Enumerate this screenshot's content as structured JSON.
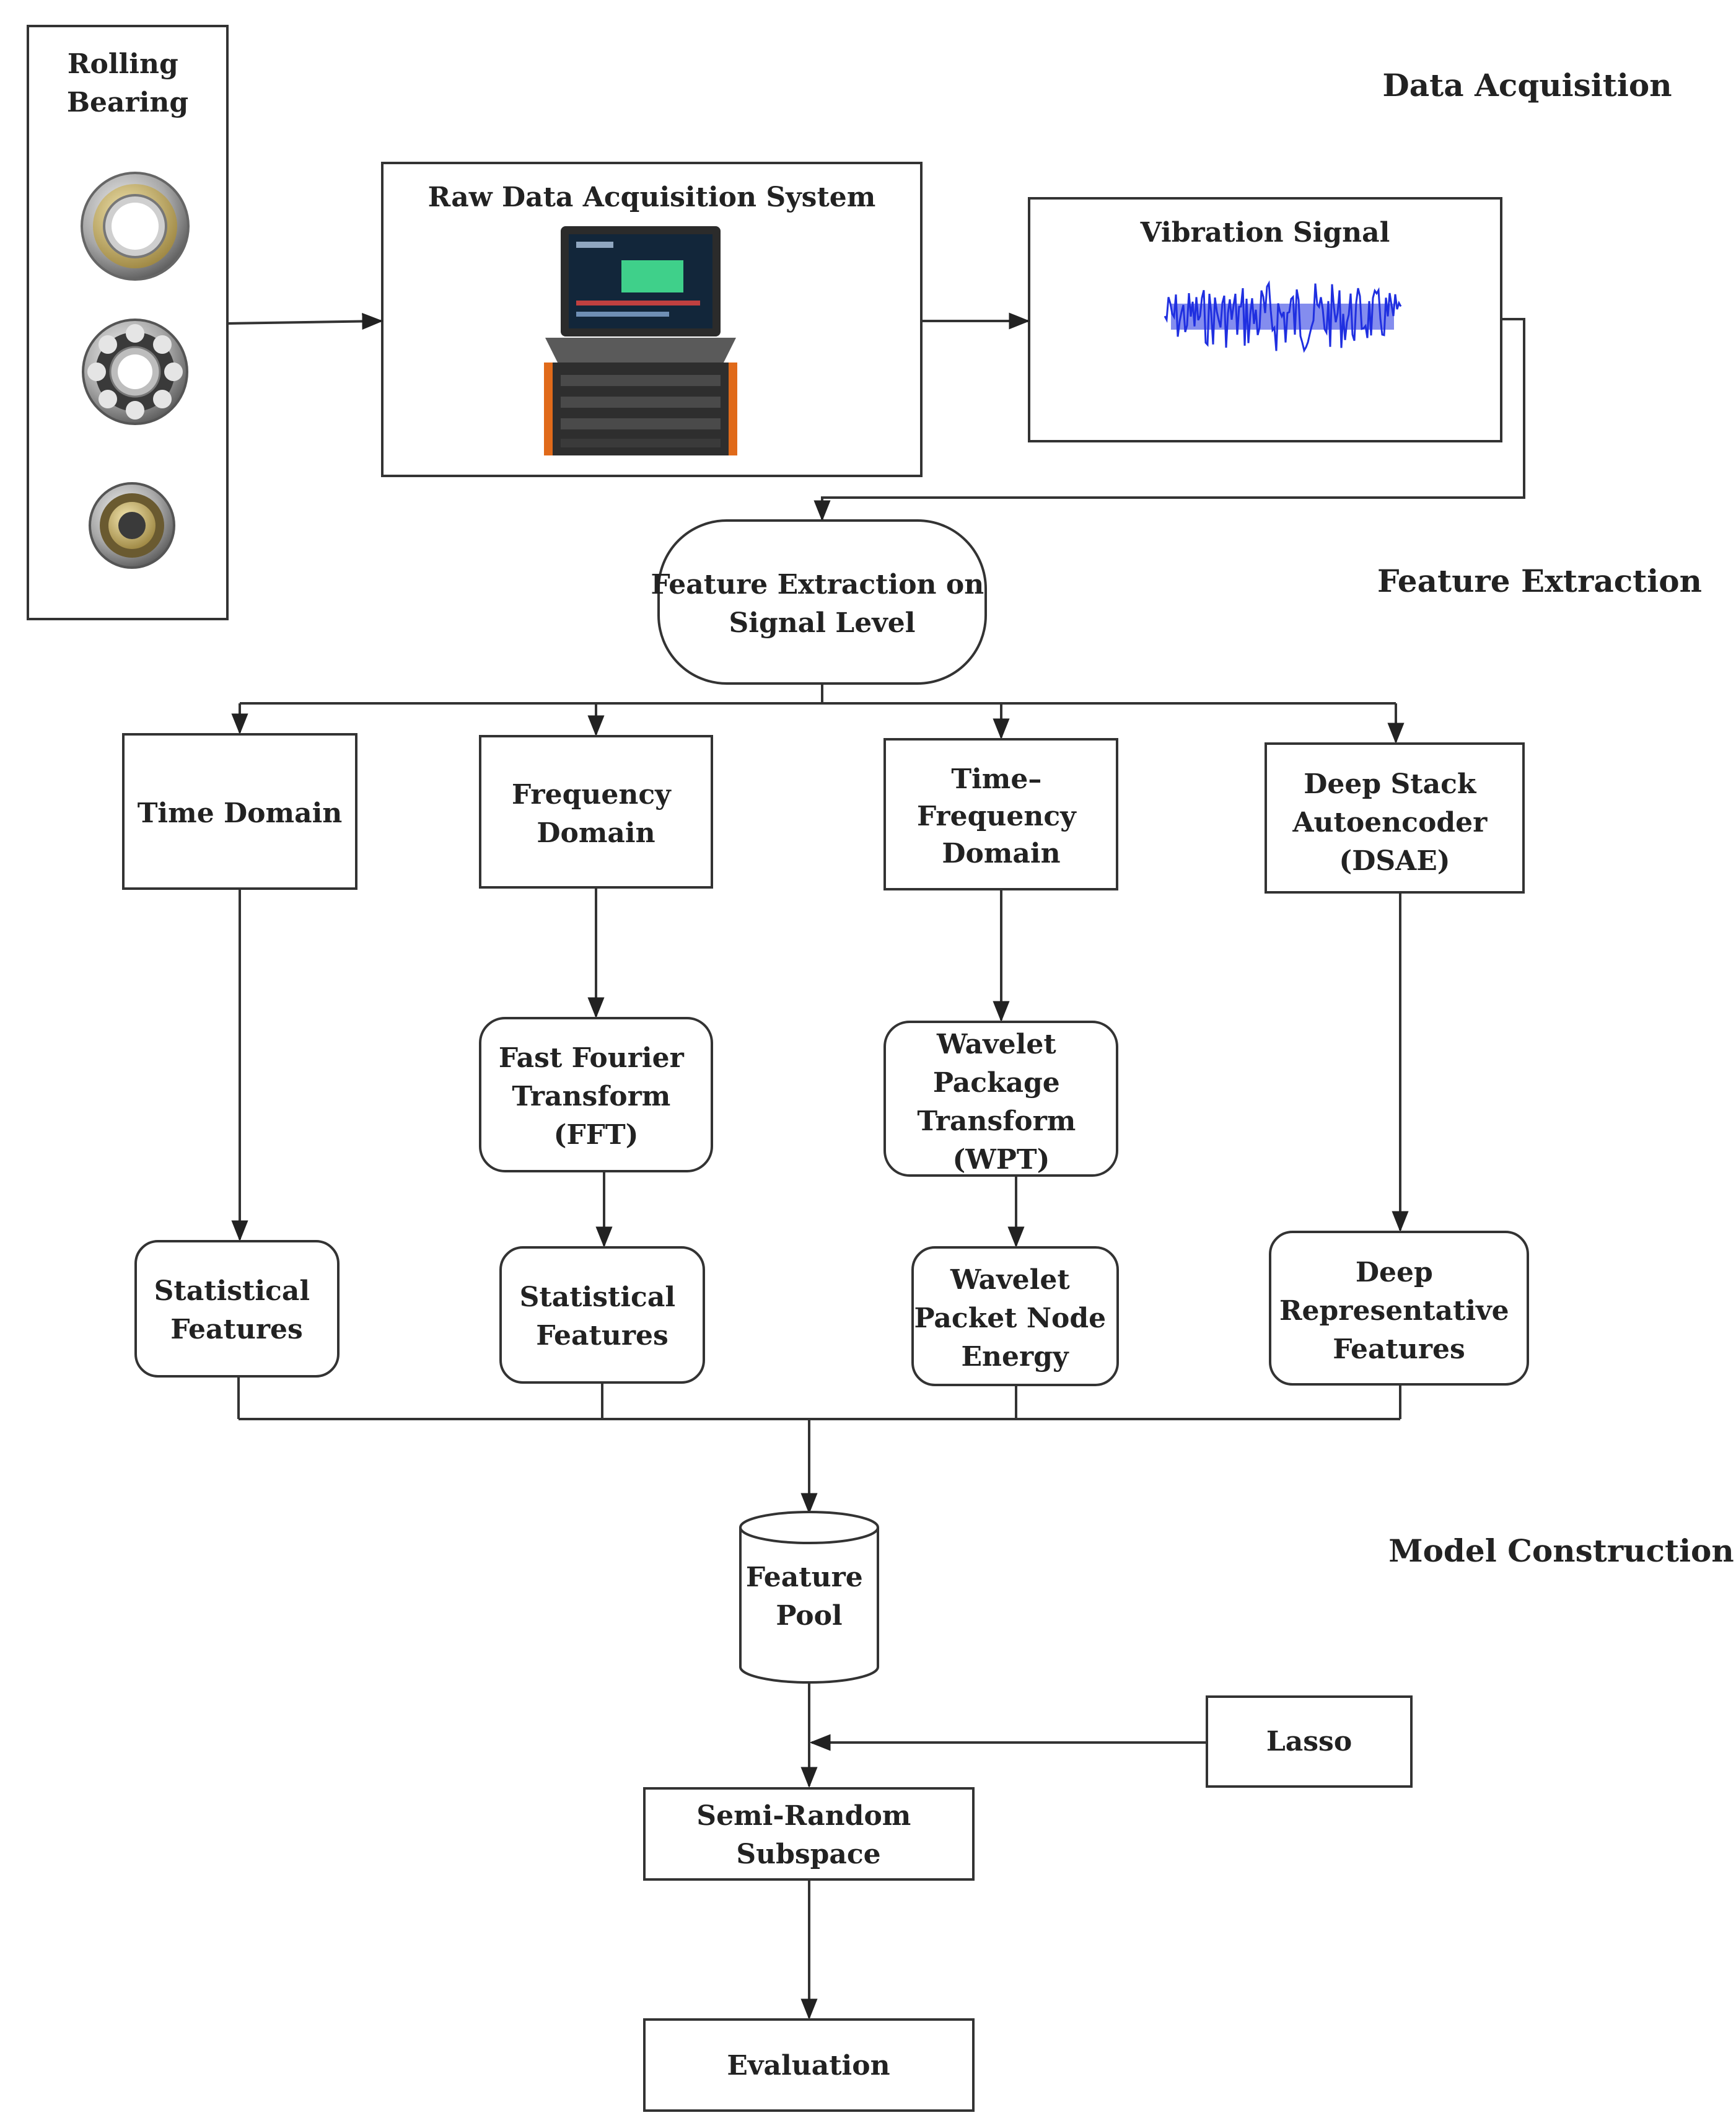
{
  "sections": {
    "data_acquisition": "Data Acquisition",
    "feature_extraction": "Feature Extraction",
    "model_construction": "Model Construction"
  },
  "nodes": {
    "rolling_bearing": [
      "Rolling",
      "Bearing"
    ],
    "raw_data_acquisition": [
      "Raw Data Acquisition System"
    ],
    "vibration_signal": [
      "Vibration Signal"
    ],
    "feature_extraction_signal": [
      "Feature Extraction on",
      "Signal Level"
    ],
    "time_domain": [
      "Time Domain"
    ],
    "frequency_domain": [
      "Frequency",
      "Domain"
    ],
    "time_frequency_domain": [
      "Time–",
      "Frequency",
      "Domain"
    ],
    "dsae": [
      "Deep Stack",
      "Autoencoder",
      "(DSAE)"
    ],
    "fft": [
      "Fast Fourier",
      "Transform",
      "(FFT)"
    ],
    "wpt": [
      "Wavelet",
      "Package",
      "Transform",
      "(WPT)"
    ],
    "statistical_features_1": [
      "Statistical",
      "Features"
    ],
    "statistical_features_2": [
      "Statistical",
      "Features"
    ],
    "wavelet_packet_node_energy": [
      "Wavelet",
      "Packet Node",
      "Energy"
    ],
    "deep_representative_features": [
      "Deep",
      "Representative",
      "Features"
    ],
    "feature_pool": [
      "Feature",
      "Pool"
    ],
    "lasso": [
      "Lasso"
    ],
    "semi_random_subspace": [
      "Semi-Random",
      "Subspace"
    ],
    "evaluation": [
      "Evaluation"
    ]
  },
  "icons": {
    "bearings": [
      "cylindrical-roller-bearing-icon",
      "ball-bearing-icon",
      "spherical-roller-bearing-icon"
    ],
    "daq": "laptop-data-acquisition-device-icon",
    "signal": "vibration-waveform-icon"
  },
  "colors": {
    "signal": "#1f2fe0",
    "daq_accent": "#e06a1a",
    "screen_green": "#3fd08a"
  }
}
